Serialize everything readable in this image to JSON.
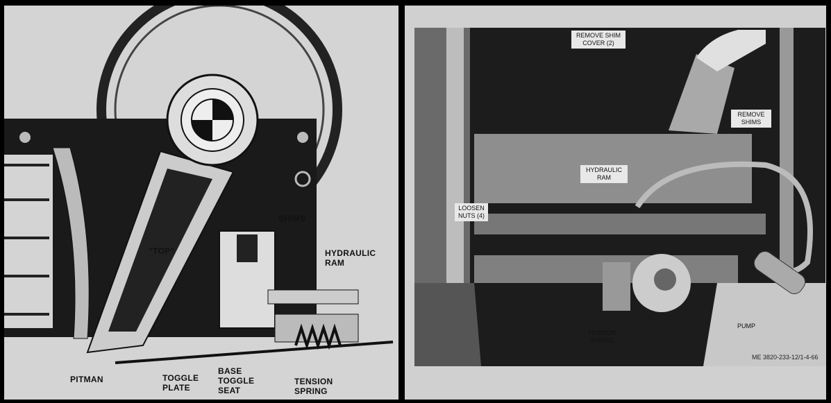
{
  "diagram": {
    "labels": {
      "shims": "SHIMS",
      "hydraulic_ram": "HYDRAULIC RAM",
      "top": "\"TOP\"",
      "pitman": "PITMAN",
      "toggle_plate": "TOGGLE PLATE",
      "base_toggle_seat": "BASE TOGGLE SEAT",
      "tension_spring": "TENSION SPRING"
    }
  },
  "photo": {
    "labels": {
      "remove_shim_cover": "REMOVE SHIM COVER (2)",
      "remove_shims": "REMOVE SHIMS",
      "hydraulic_ram": "HYDRAULIC RAM",
      "loosen_nuts": "LOOSEN NUTS (4)",
      "tension_spring": "TENSION SPRING",
      "pump": "PUMP"
    },
    "caption": "ME 3820-233-12/1-4-66"
  }
}
